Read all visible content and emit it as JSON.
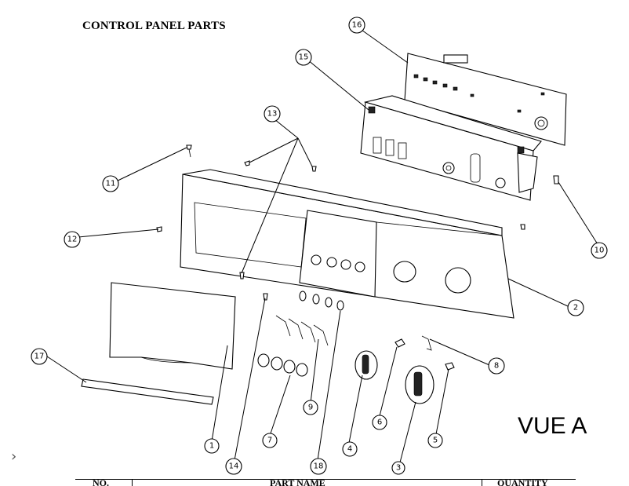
{
  "page_title": "CONTROL PANEL PARTS",
  "view_label": "VUE A",
  "nav": {
    "chevron": "›"
  },
  "callouts": [
    "1",
    "2",
    "3",
    "4",
    "5",
    "6",
    "7",
    "8",
    "9",
    "10",
    "11",
    "12",
    "13",
    "14",
    "15",
    "16",
    "17",
    "18"
  ],
  "table": {
    "col_no": "NO.",
    "col_part_name": "PART NAME",
    "col_quantity": "QUANTITY"
  },
  "icons": {
    "nav": "chevron-right-icon"
  }
}
